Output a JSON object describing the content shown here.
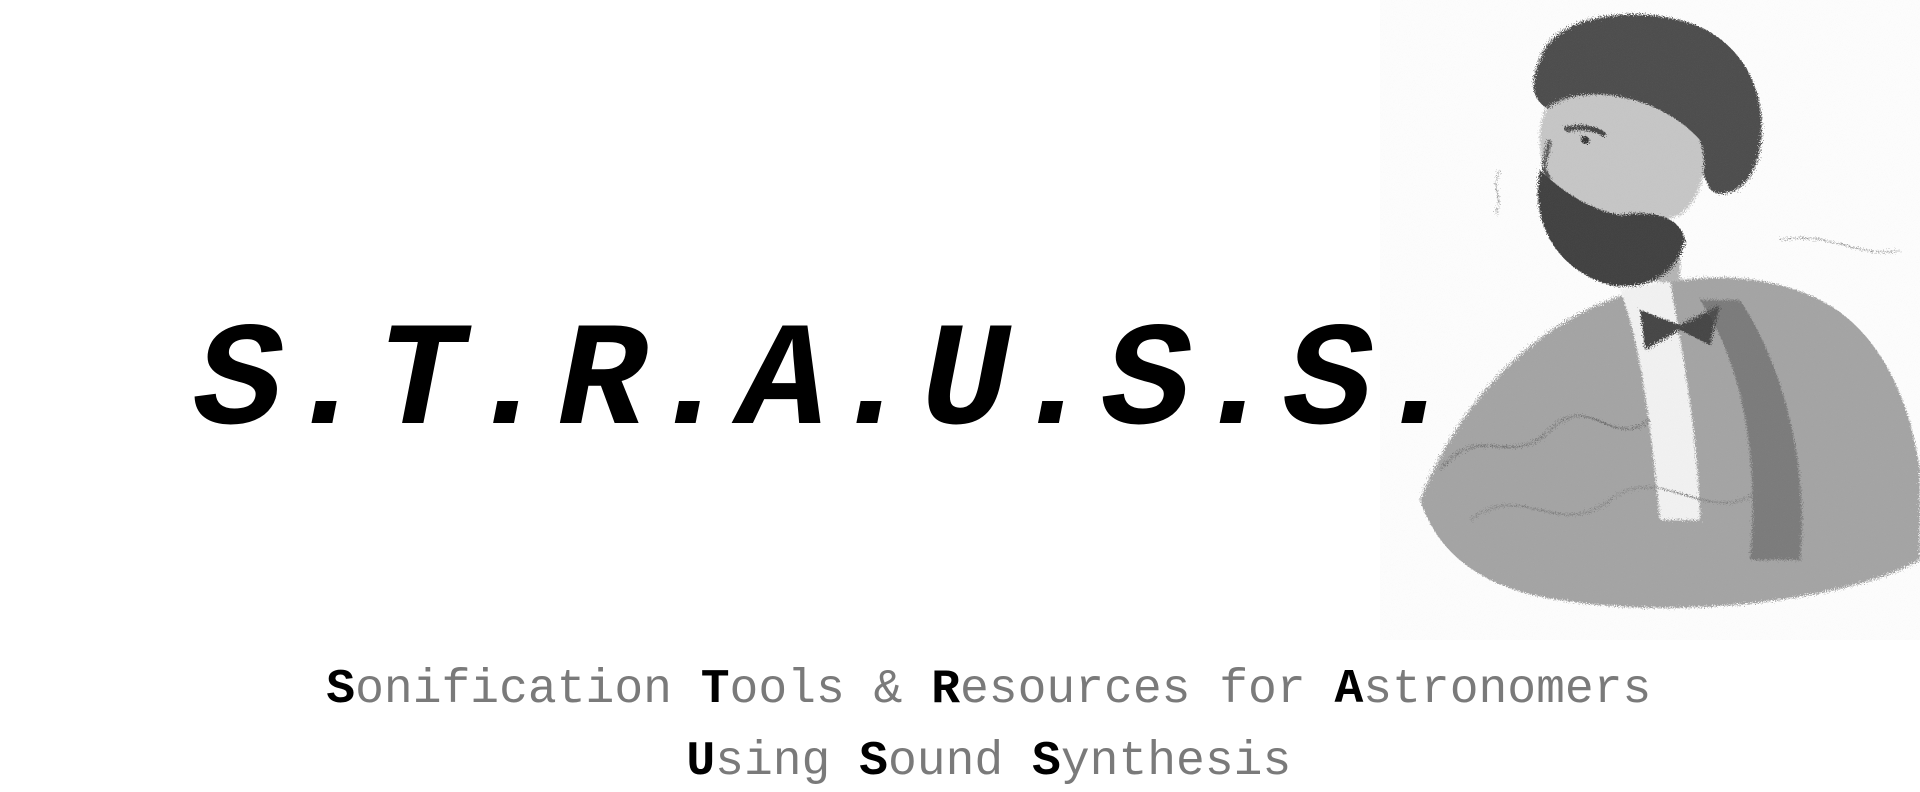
{
  "title": "S.T.R.A.U.S.S.",
  "subtitle": {
    "line1": [
      {
        "cap": "S",
        "rest": "onification "
      },
      {
        "cap": "T",
        "rest": "ools & "
      },
      {
        "cap": "R",
        "rest": "esources for "
      },
      {
        "cap": "A",
        "rest": "stronomers"
      }
    ],
    "line2": [
      {
        "cap": "U",
        "rest": "sing "
      },
      {
        "cap": "S",
        "rest": "ound "
      },
      {
        "cap": "S",
        "rest": "ynthesis"
      }
    ]
  },
  "colors": {
    "title": "#000000",
    "capital": "#000000",
    "subtitle_text": "#7a7a7a",
    "portrait_ink": "#2a2a2a"
  },
  "icons": {
    "portrait": "scribble-portrait-of-johann-strauss"
  }
}
